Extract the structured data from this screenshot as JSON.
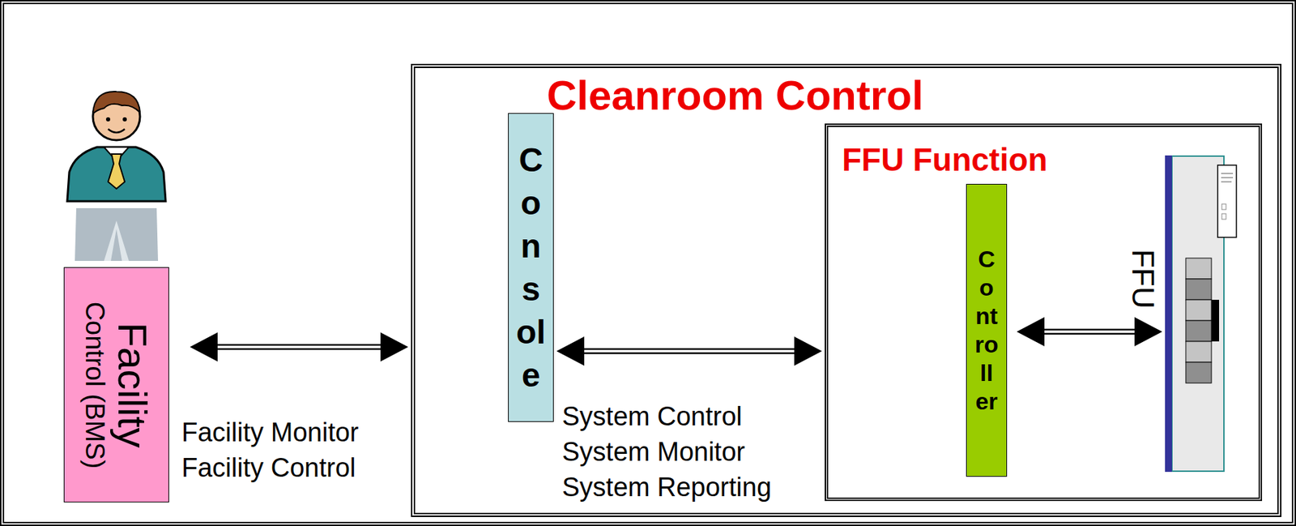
{
  "diagram": {
    "nodes": [
      {
        "text": [
          "Facility",
          "Control (BMS)"
        ]
      },
      {
        "text": [
          "Cleanroom Control"
        ]
      },
      {
        "text": [
          "Console"
        ],
        "in": 1
      },
      {
        "text": [
          "FFU Function"
        ],
        "in": 1
      },
      {
        "text": [
          "Controller"
        ],
        "in": 3
      },
      {
        "text": [
          "FFU"
        ],
        "in": 3
      }
    ],
    "edges": [
      {
        "from": 0,
        "to": 1,
        "arrow": "both",
        "label": "Facility Monitor Facility Control"
      },
      {
        "from": 2,
        "to": 3,
        "arrow": "both",
        "label": "System Control System Monitor System Reporting"
      },
      {
        "from": 4,
        "to": 5,
        "arrow": "both"
      }
    ]
  }
}
